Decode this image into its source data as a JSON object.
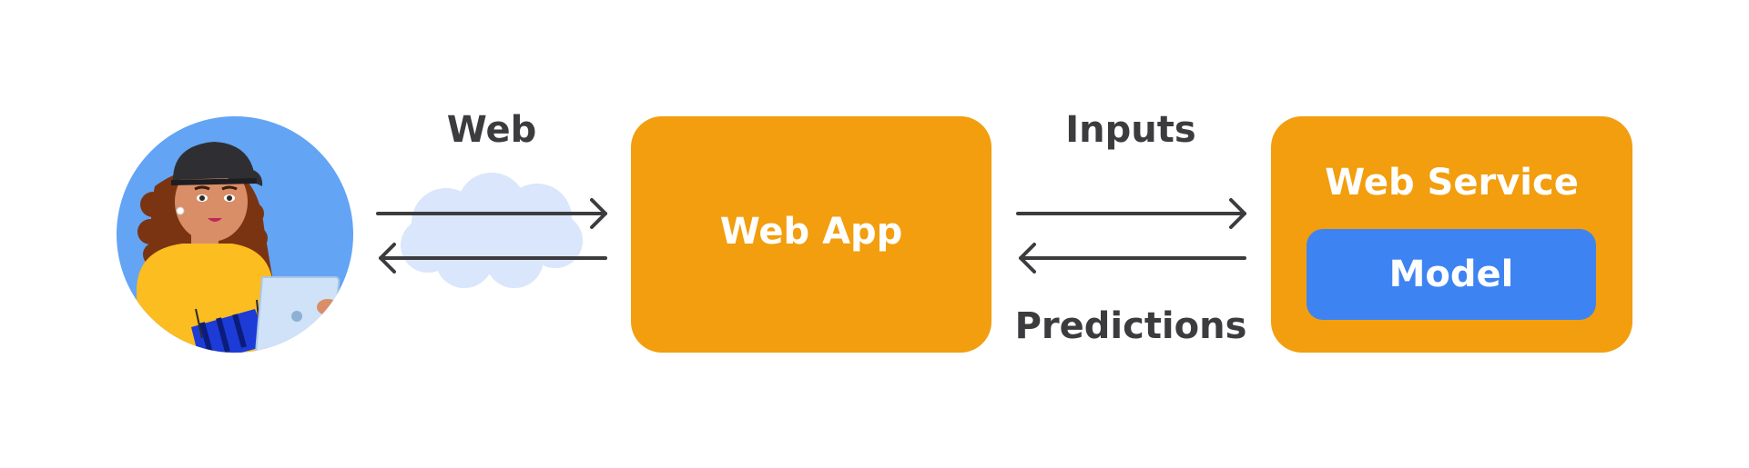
{
  "diagram": {
    "edge_labels": {
      "web": "Web",
      "inputs": "Inputs",
      "predictions": "Predictions"
    },
    "nodes": {
      "user": {
        "icon": "user-with-laptop-avatar"
      },
      "web_app": {
        "title": "Web App"
      },
      "web_service": {
        "title": "Web Service",
        "inner": {
          "title": "Model"
        }
      }
    },
    "icons": {
      "cloud": "cloud-icon"
    },
    "colors": {
      "box": "#f29e0e",
      "inner_box": "#3d84f2",
      "avatar_bg": "#63a4f5",
      "arrow": "#3c3c3f",
      "label": "#3c3c3f",
      "cloud": "#d9e6fb"
    }
  }
}
